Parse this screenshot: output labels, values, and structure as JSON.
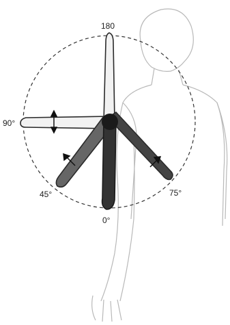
{
  "figure": {
    "angle_labels": {
      "top": "180",
      "left": "90°",
      "lower_left": "45°",
      "bottom": "0°",
      "lower_right": "75°"
    }
  },
  "colors": {
    "outline": "#b8b8b8",
    "bone": "#2a2a2a",
    "bone_fill": "#f2f2f2",
    "arc": "#333333"
  }
}
